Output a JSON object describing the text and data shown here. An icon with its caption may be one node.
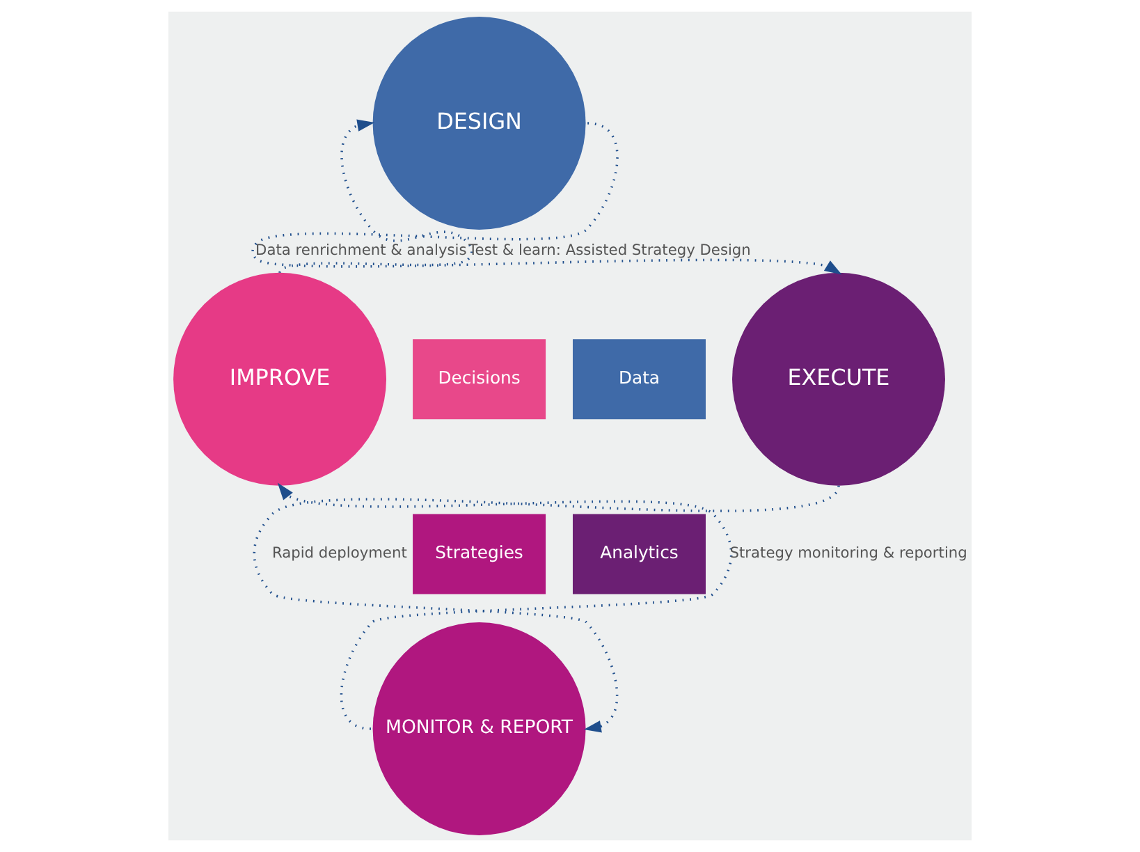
{
  "diagram": {
    "nodes": [
      {
        "text": [
          "DESIGN"
        ]
      },
      {
        "text": [
          "EXECUTE"
        ]
      },
      {
        "text": [
          "MONITOR & REPORT"
        ]
      },
      {
        "text": [
          "IMPROVE"
        ]
      },
      {
        "text": [
          "Decisions"
        ]
      },
      {
        "text": [
          "Data"
        ]
      },
      {
        "text": [
          "Strategies"
        ]
      },
      {
        "text": [
          "Analytics"
        ]
      }
    ],
    "edges": [
      {
        "from": 0,
        "to": 1,
        "arrow": "to",
        "label": "Data renrichment & analysis",
        "style": "dashed"
      },
      {
        "from": 1,
        "to": 2,
        "arrow": "to",
        "label": "Rapid deployment",
        "style": "dashed"
      },
      {
        "from": 2,
        "to": 3,
        "arrow": "to",
        "label": "Strategy monitoring & reporting",
        "style": "dashed"
      },
      {
        "from": 3,
        "to": 0,
        "arrow": "to",
        "label": "Test & learn: Assisted Strategy Design",
        "style": "dashed"
      }
    ]
  }
}
